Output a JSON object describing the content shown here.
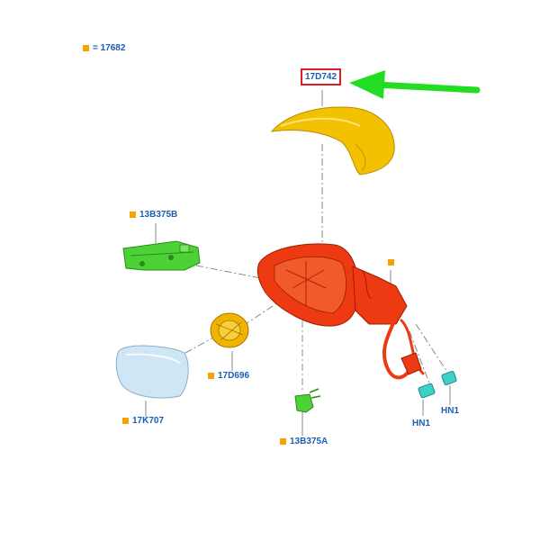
{
  "legend": {
    "text": "= 17682",
    "marker_color": "#f5a300"
  },
  "callouts": {
    "cover": "17D742",
    "bracket": "13B375B",
    "actuator": "17D696",
    "glass": "17K707",
    "lamp": "13B375A",
    "connector_left": "HN1",
    "connector_right": "HN1"
  },
  "colors": {
    "label_text": "#1a5fb4",
    "highlight_box": "#e01b24",
    "arrow": "#22dd22",
    "cover_part": "#f2c200",
    "bracket_part": "#4cd137",
    "housing_part": "#ee3a12",
    "actuator_part": "#f0b400",
    "glass_part": "#cfe6f5",
    "connector_part": "#3fd0c8"
  },
  "icons": [
    "green-arrow-icon",
    "orange-square-marker-icon"
  ]
}
